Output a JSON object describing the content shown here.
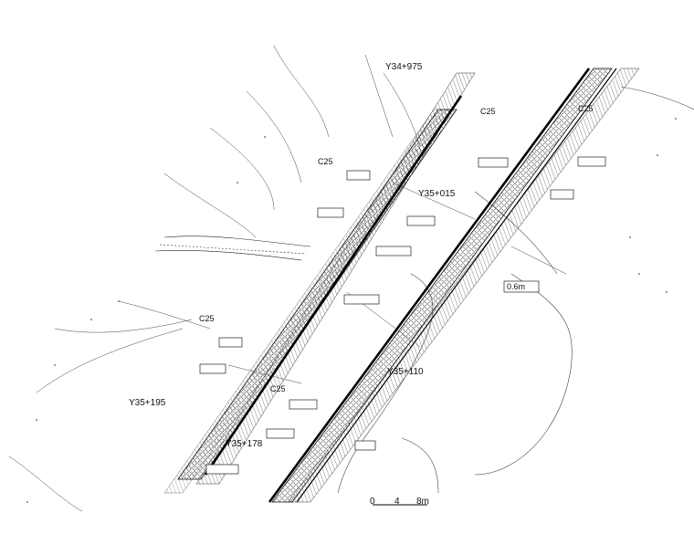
{
  "drawing": {
    "colors": {
      "ink": "#111111",
      "paper": "#ffffff",
      "hatch": "#333333"
    },
    "stations": [
      {
        "id": "st1",
        "text": "Y34+975"
      },
      {
        "id": "st2",
        "text": "Y35+015"
      },
      {
        "id": "st3",
        "text": "Y35+195"
      },
      {
        "id": "st4",
        "text": "Y35+178"
      },
      {
        "id": "st5",
        "text": "Y35+110"
      }
    ],
    "material_labels": [
      {
        "id": "m1",
        "text": "C25"
      },
      {
        "id": "m2",
        "text": "C25"
      },
      {
        "id": "m3",
        "text": "C25"
      },
      {
        "id": "m4",
        "text": "C25"
      },
      {
        "id": "m5",
        "text": "C25"
      }
    ],
    "note_label": "0.6m",
    "scale_bar": {
      "ticks": [
        "0",
        "4",
        "8m"
      ]
    }
  }
}
